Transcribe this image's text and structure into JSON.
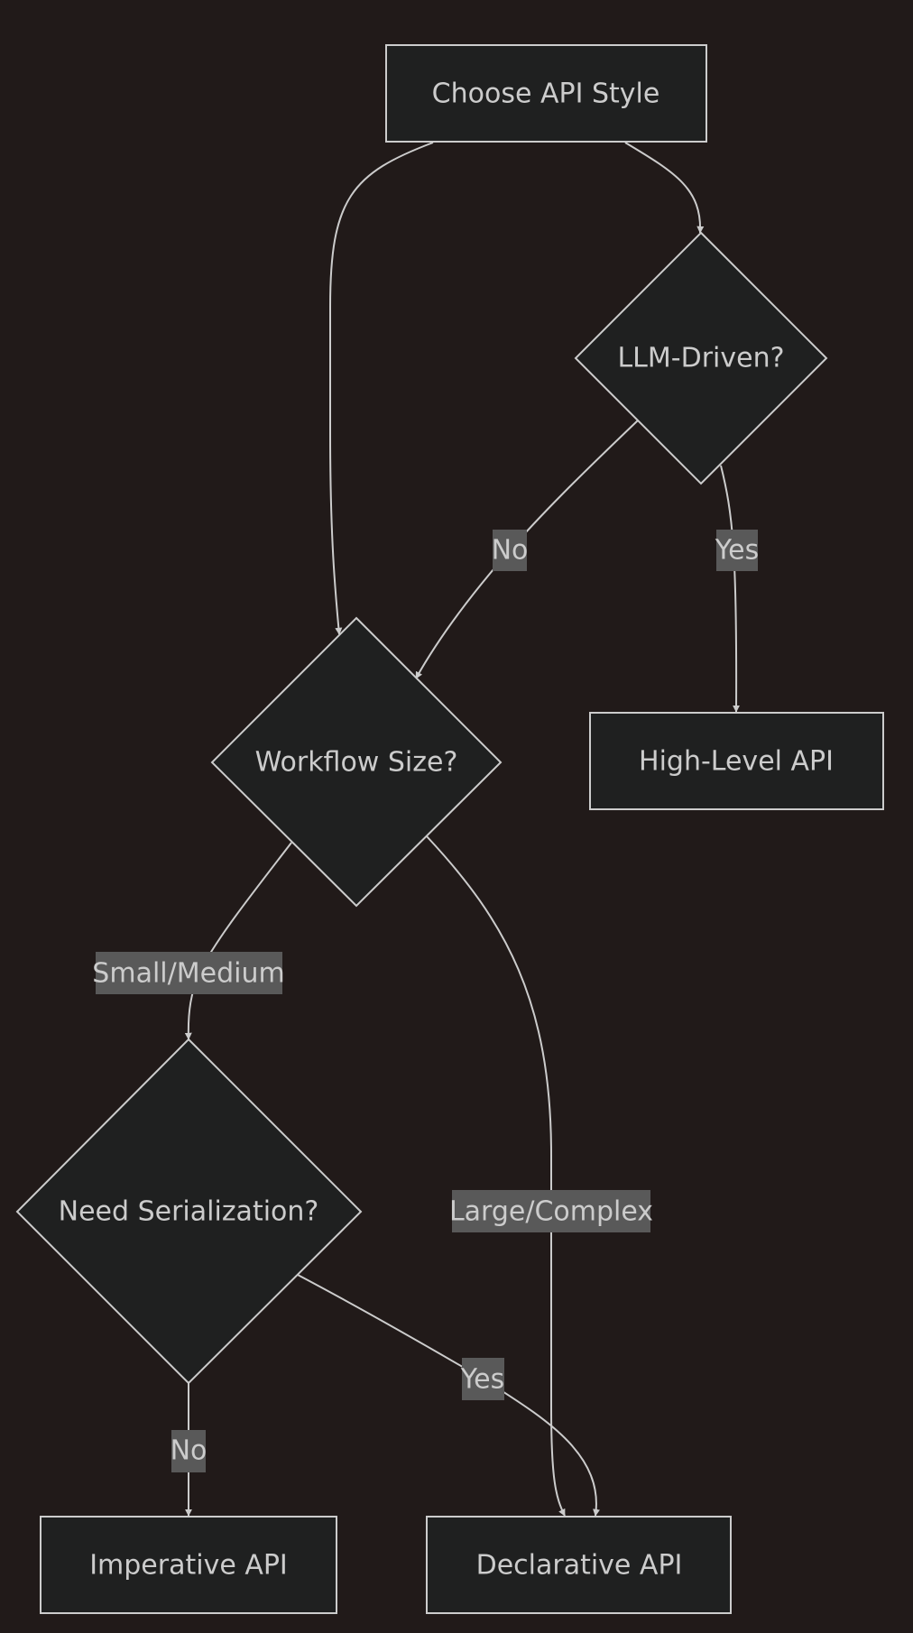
{
  "diagram": {
    "nodes": {
      "choose": "Choose API Style",
      "llm": "LLM-Driven?",
      "workflow": "Workflow Size?",
      "highlevel": "High-Level API",
      "serialization": "Need Serialization?",
      "imperative": "Imperative API",
      "declarative": "Declarative API"
    },
    "edges": {
      "llm_no": "No",
      "llm_yes": "Yes",
      "small": "Small/Medium",
      "large": "Large/Complex",
      "ser_yes": "Yes",
      "ser_no": "No"
    }
  },
  "colors": {
    "background": "#211a19",
    "node_fill": "#1f2020",
    "stroke": "#cccccc",
    "label_bg": "#595959"
  }
}
